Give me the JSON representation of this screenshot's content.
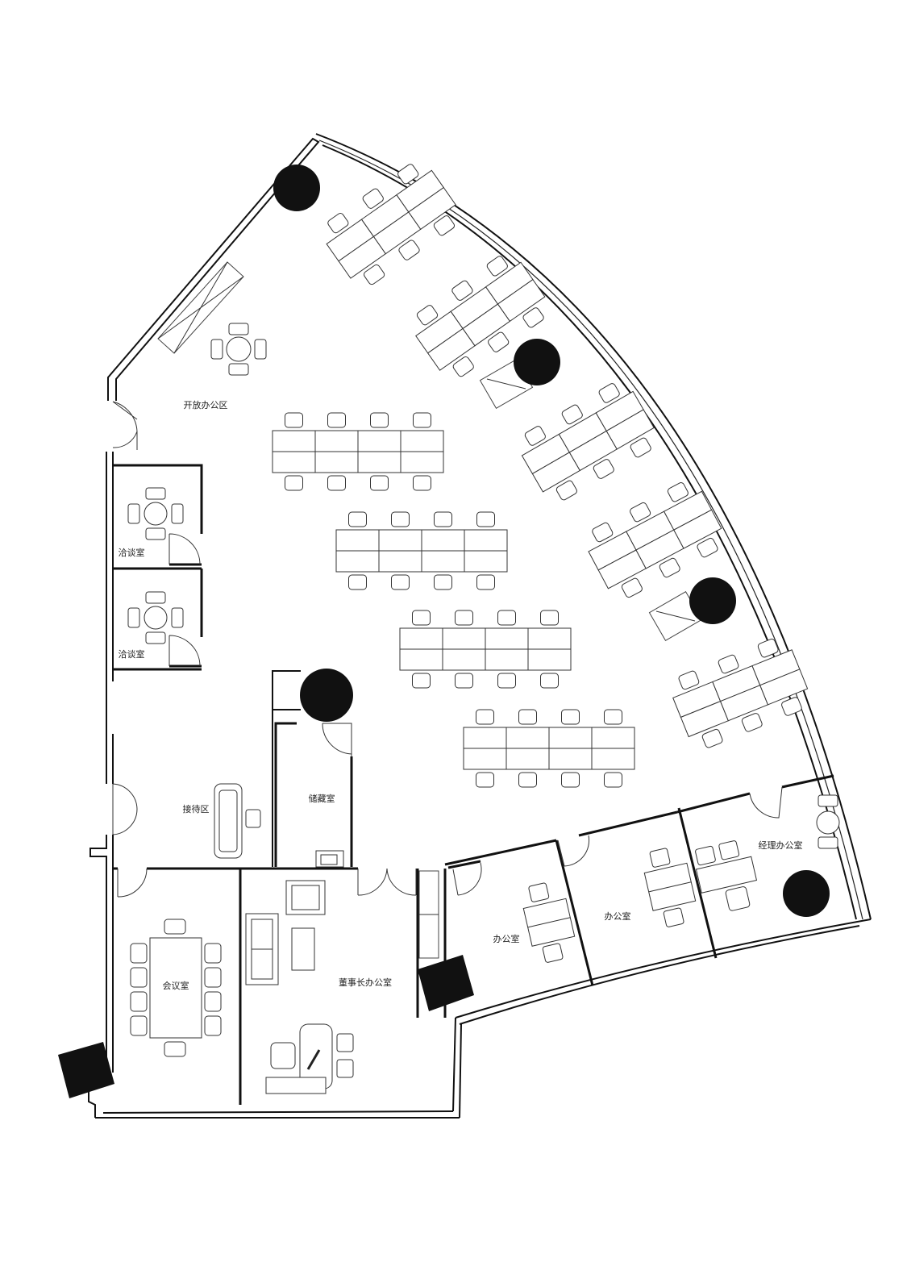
{
  "floor_plan": {
    "rooms": {
      "open_office": "开放办公区",
      "negotiation_1": "洽谈室",
      "negotiation_2": "洽谈室",
      "storage": "储藏室",
      "reception": "接待区",
      "meeting": "会议室",
      "chairman_office": "董事长办公室",
      "office_1": "办公室",
      "office_2": "办公室",
      "manager_office": "经理办公室"
    },
    "colors": {
      "background": "#ffffff",
      "line": "#111111",
      "column_fill": "#111111"
    },
    "icons": [
      "column-icon",
      "door-swing-icon",
      "chair-icon",
      "desk-icon",
      "window-icon",
      "sofa-icon"
    ]
  }
}
